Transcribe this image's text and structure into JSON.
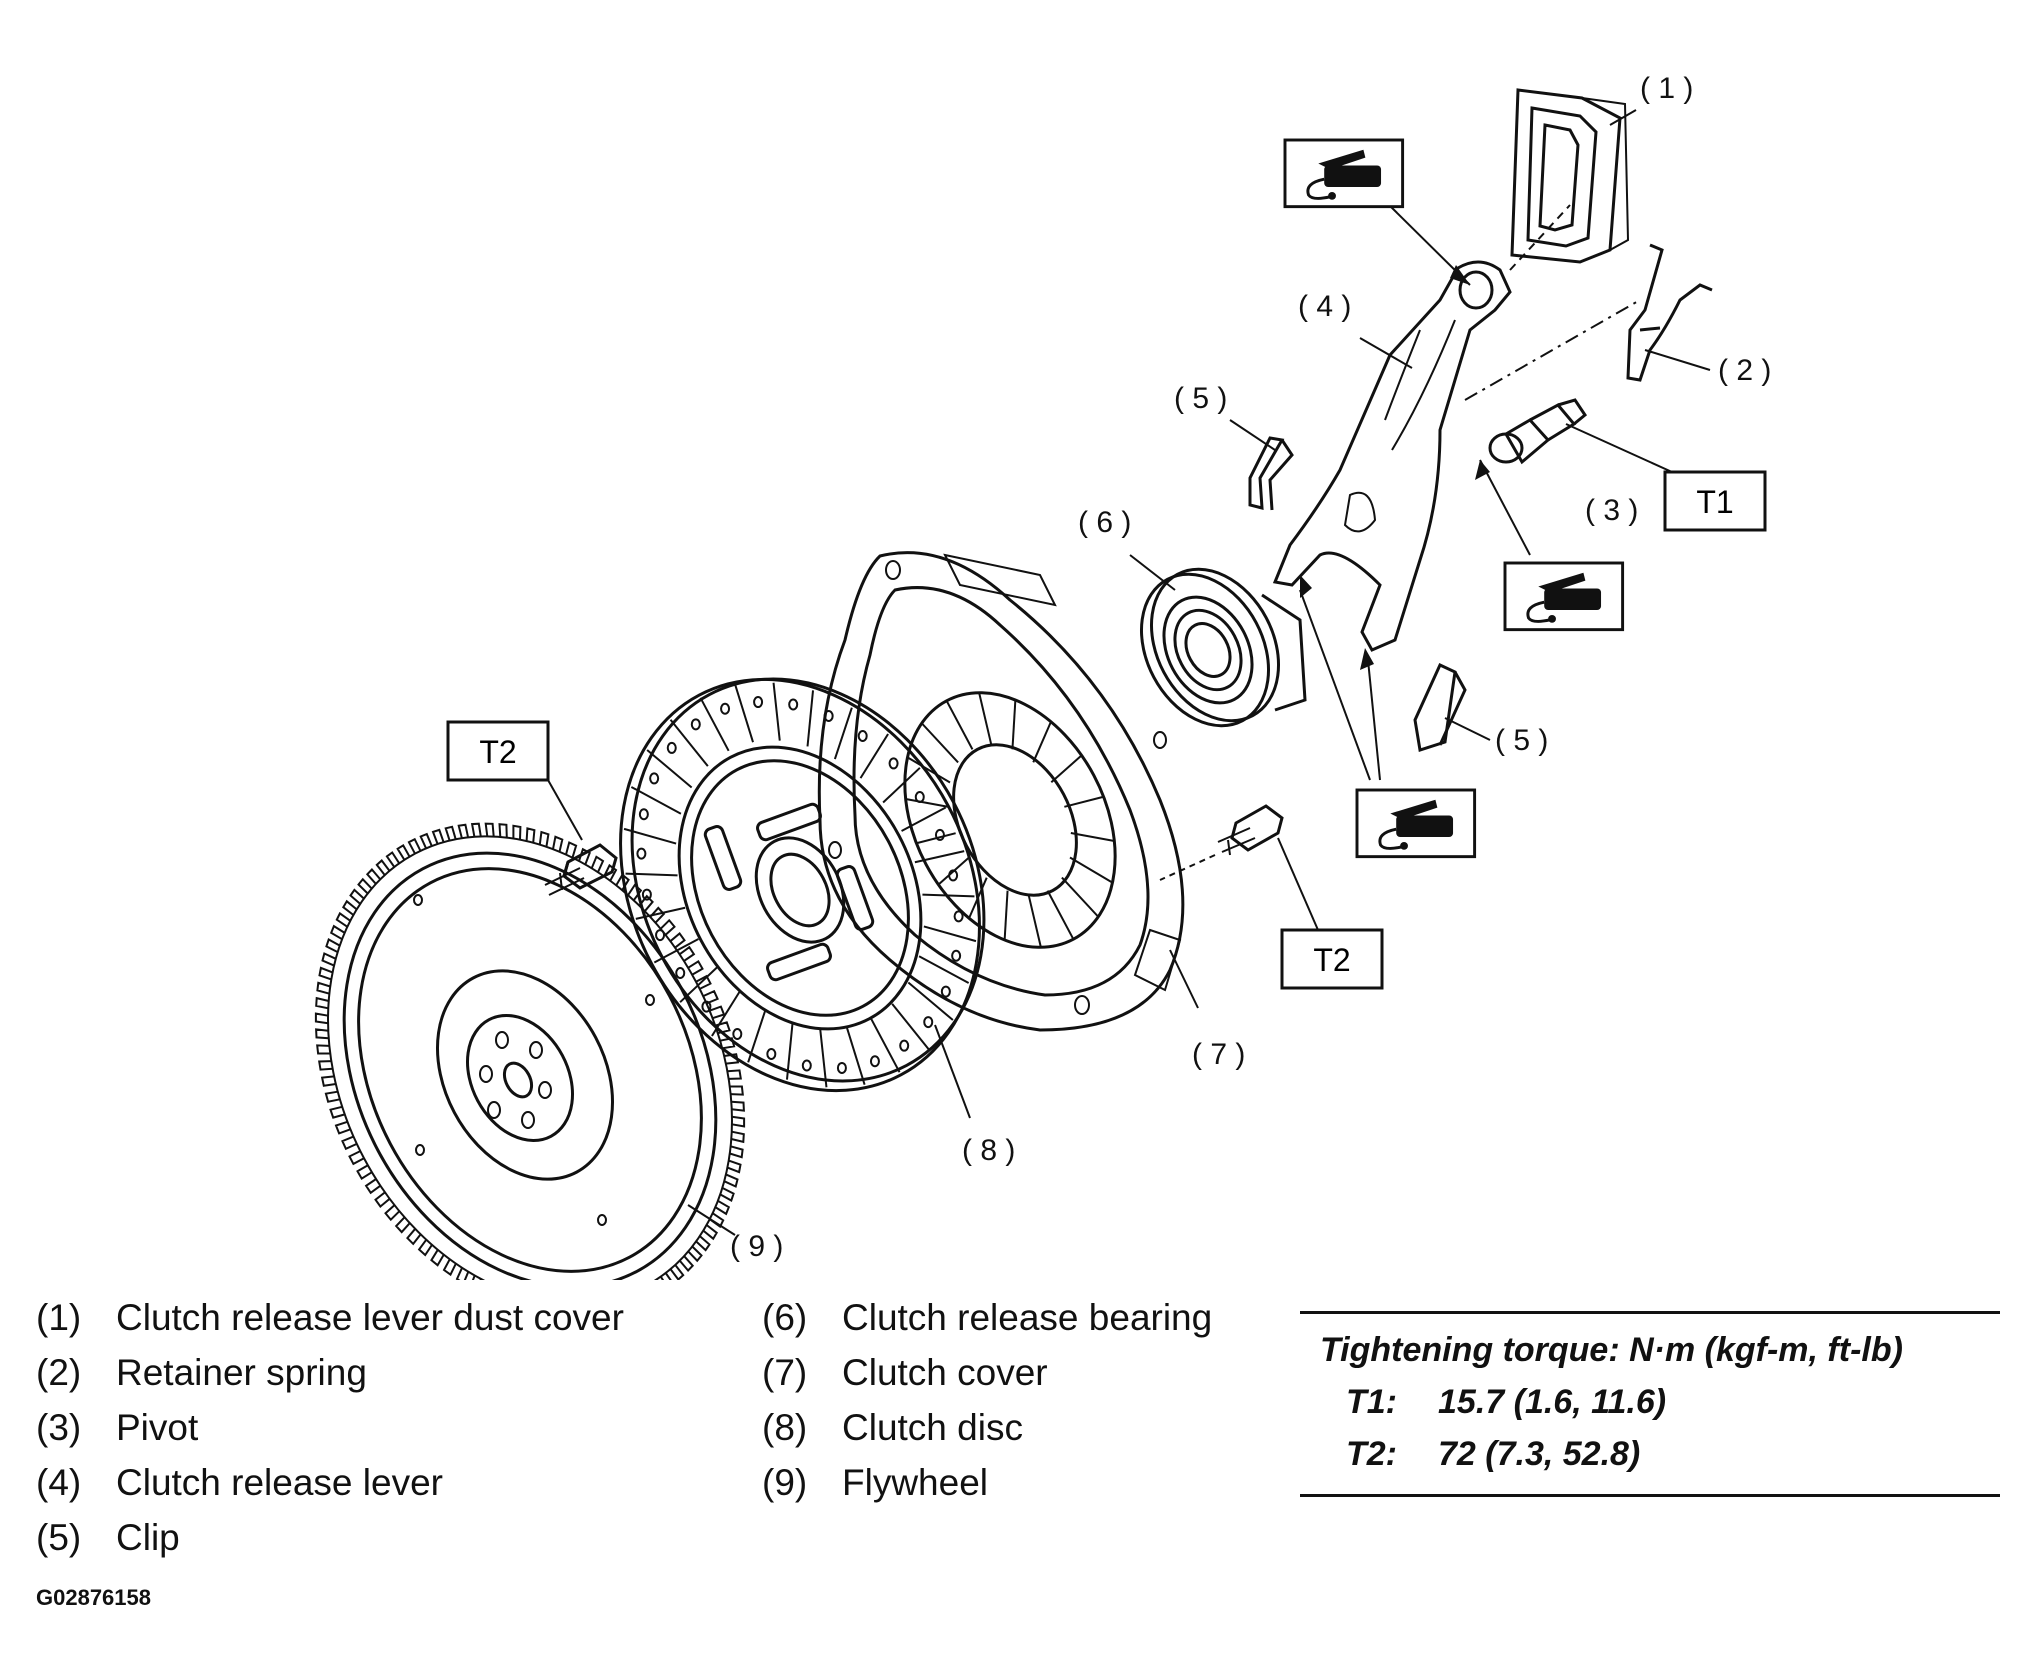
{
  "callouts": {
    "c1": "( 1 )",
    "c2": "( 2 )",
    "c3": "( 3 )",
    "c4": "( 4 )",
    "c5a": "( 5 )",
    "c5b": "( 5 )",
    "c6": "( 6 )",
    "c7": "( 7 )",
    "c8": "( 8 )",
    "c9": "( 9 )"
  },
  "torque_tags": {
    "t1": "T1",
    "t2_left": "T2",
    "t2_right": "T2"
  },
  "grease_icons": [
    "grease-gun-icon",
    "grease-gun-icon",
    "grease-gun-icon"
  ],
  "legend": {
    "left": [
      {
        "num": "(1)",
        "text": "Clutch release lever dust cover"
      },
      {
        "num": "(2)",
        "text": "Retainer spring"
      },
      {
        "num": "(3)",
        "text": "Pivot"
      },
      {
        "num": "(4)",
        "text": "Clutch release lever"
      },
      {
        "num": "(5)",
        "text": "Clip"
      }
    ],
    "right": [
      {
        "num": "(6)",
        "text": "Clutch release bearing"
      },
      {
        "num": "(7)",
        "text": "Clutch cover"
      },
      {
        "num": "(8)",
        "text": "Clutch disc"
      },
      {
        "num": "(9)",
        "text": "Flywheel"
      }
    ]
  },
  "torque": {
    "title": "Tightening torque: N·m (kgf-m, ft-lb)",
    "rows": [
      {
        "key": "T1:",
        "value": "15.7 (1.6, 11.6)"
      },
      {
        "key": "T2:",
        "value": "72 (7.3, 52.8)"
      }
    ]
  },
  "figure_code": "G02876158"
}
